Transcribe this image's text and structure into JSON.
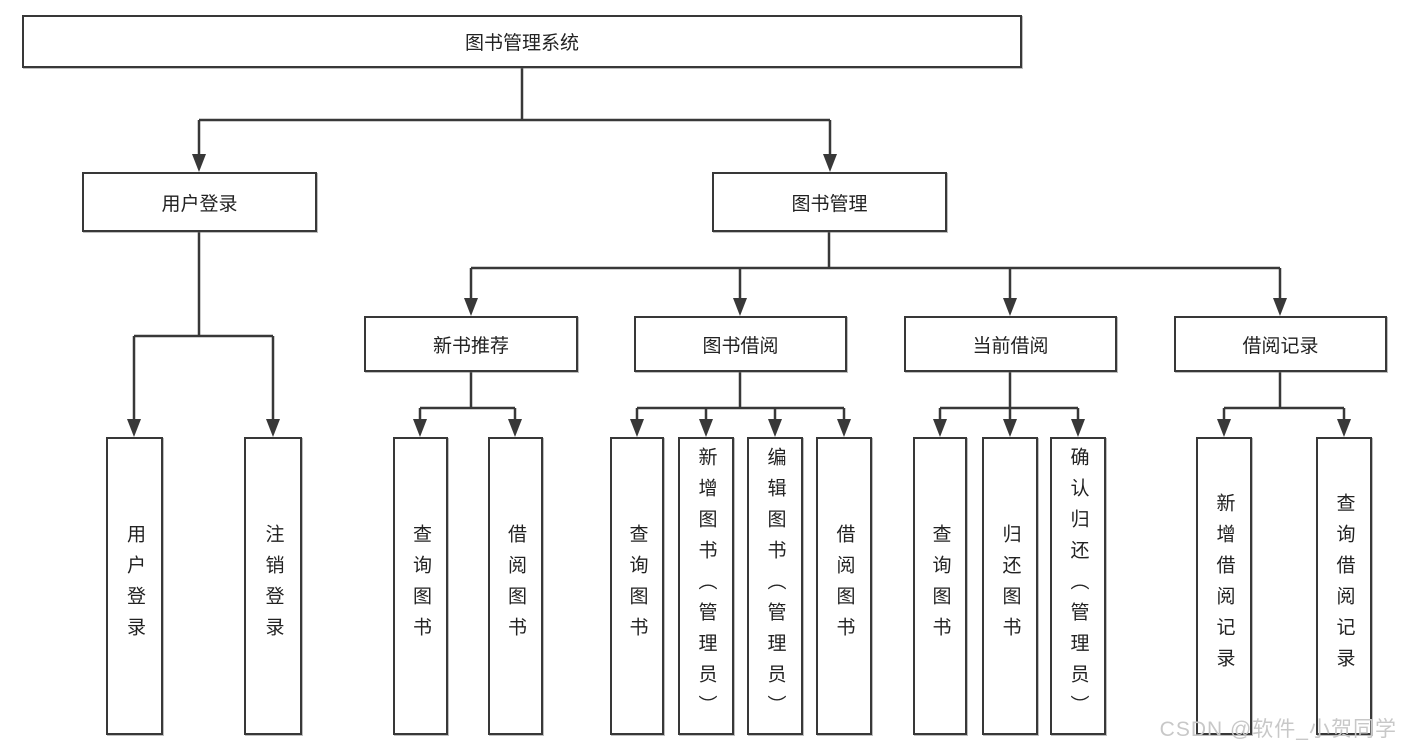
{
  "diagram": {
    "title_node": "图书管理系统",
    "level2": [
      "用户登录",
      "图书管理"
    ],
    "level3": [
      "新书推荐",
      "图书借阅",
      "当前借阅",
      "借阅记录"
    ],
    "leaves_user": [
      "用户登录",
      "注销登录"
    ],
    "leaves_newbook": [
      "查询图书",
      "借阅图书"
    ],
    "leaves_borrow": [
      "查询图书",
      "新增图书（管理员）",
      "编辑图书（管理员）",
      "借阅图书"
    ],
    "leaves_current": [
      "查询图书",
      "归还图书",
      "确认归还（管理员）"
    ],
    "leaves_records": [
      "新增借阅记录",
      "查询借阅记录"
    ],
    "colors": {
      "line": "#383838",
      "box_border": "#383838",
      "box_fill": "#ffffff",
      "text": "#222222",
      "watermark": "#c8c8c8"
    }
  },
  "watermark": {
    "text": "CSDN @软件_小贺同学"
  }
}
